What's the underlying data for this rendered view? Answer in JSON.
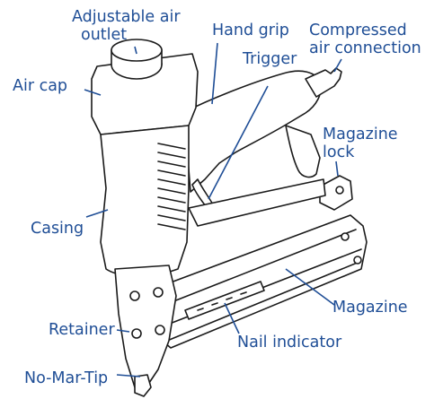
{
  "labels": {
    "adjustable_air_outlet": [
      "Adjustable air",
      "outlet"
    ],
    "hand_grip": "Hand grip",
    "compressed_air_connection": [
      "Compressed",
      "air connection"
    ],
    "trigger": "Trigger",
    "air_cap": "Air cap",
    "magazine_lock": [
      "Magazine",
      "lock"
    ],
    "casing": "Casing",
    "magazine": "Magazine",
    "retainer": "Retainer",
    "nail_indicator": "Nail indicator",
    "no_mar_tip": "No-Mar-Tip"
  },
  "colors": {
    "label_text": "#1f4e96",
    "leader_line": "#1f4e96",
    "drawing_stroke": "#1a1a1a"
  }
}
